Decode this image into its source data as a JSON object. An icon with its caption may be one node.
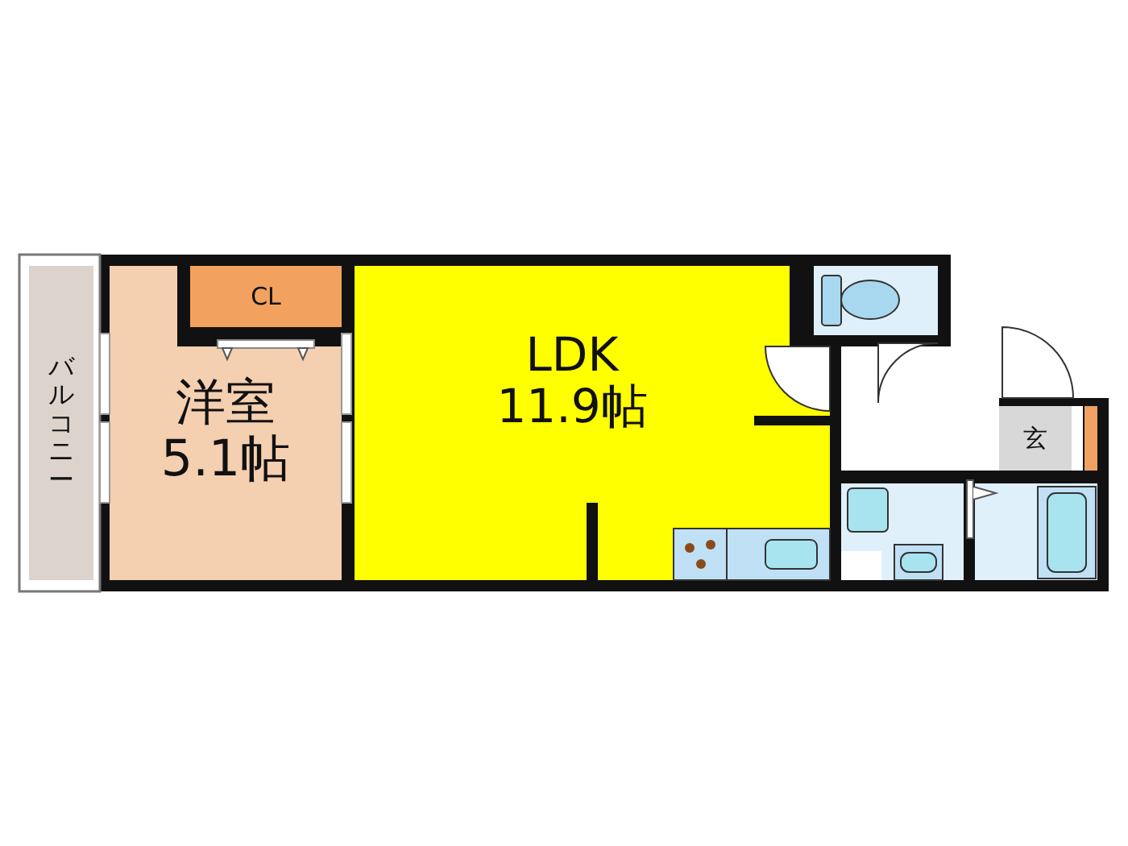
{
  "diagram": {
    "nodes": [
      {
        "text": [
          "バルコニー"
        ]
      },
      {
        "text": [
          "洋室",
          "5.1帖"
        ]
      },
      {
        "text": [
          "CL"
        ]
      },
      {
        "text": [
          "LDK",
          "11.9帖"
        ]
      },
      {
        "text": [
          "玄"
        ]
      }
    ]
  }
}
